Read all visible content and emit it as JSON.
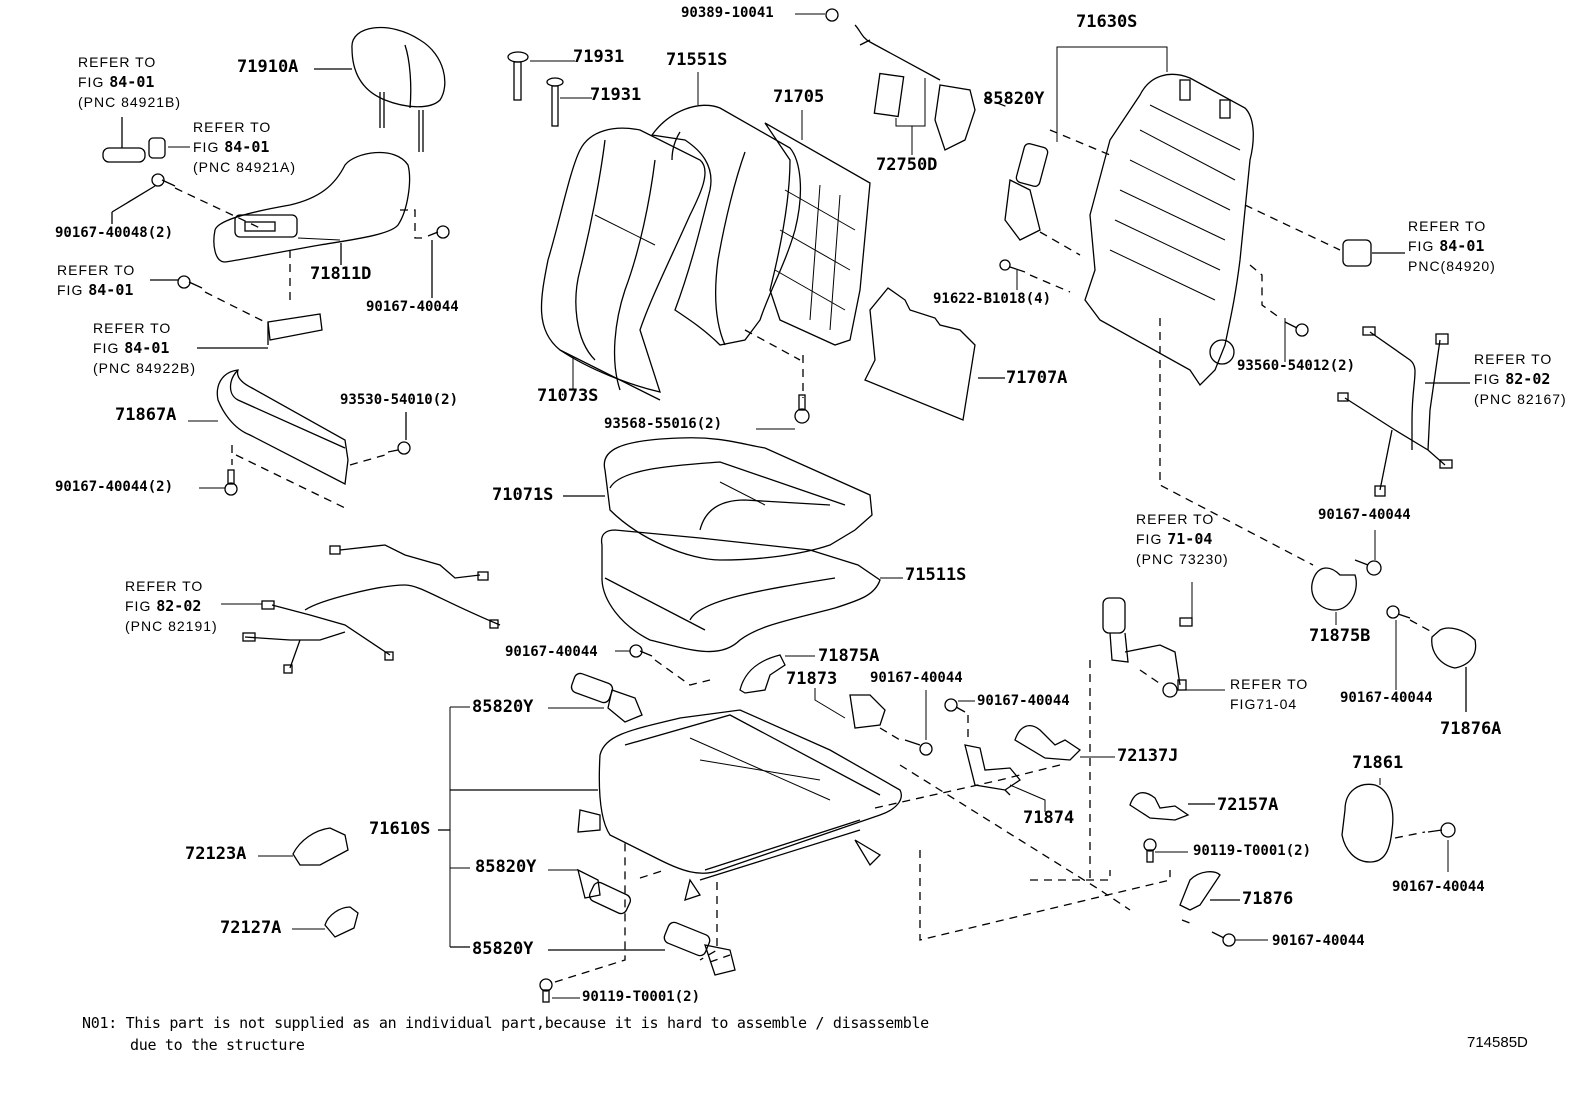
{
  "diagram": {
    "code": "714585D",
    "note": {
      "marker": "N01:",
      "line1": "This part is not supplied as an individual part,because  it is hard to assemble / disassemble",
      "line2": "due to the structure"
    },
    "parts": {
      "p71910A": "71910A",
      "p71931_a": "71931",
      "p71931_b": "71931",
      "p71551S": "71551S",
      "p71705": "71705",
      "p90389_10041": "90389-10041",
      "p72750D": "72750D",
      "p71630S": "71630S",
      "p85820Y_top": "85820Y",
      "p91622_B1018": "91622-B1018(4)",
      "p71707A": "71707A",
      "p93560_54012": "93560-54012(2)",
      "p90167_40048": "90167-40048(2)",
      "p71811D": "71811D",
      "p90167_40044_a": "90167-40044",
      "p71073S": "71073S",
      "p93568_55016": "93568-55016(2)",
      "p71867A": "71867A",
      "p93530_54010": "93530-54010(2)",
      "p90167_40044_2": "90167-40044(2)",
      "p71071S": "71071S",
      "p71511S": "71511S",
      "p90167_40044_b": "90167-40044",
      "p71875A": "71875A",
      "p71873": "71873",
      "p90167_40044_c": "90167-40044",
      "p90167_40044_d": "90167-40044",
      "p85820Y_1": "85820Y",
      "p71610S": "71610S",
      "p85820Y_2": "85820Y",
      "p85820Y_3": "85820Y",
      "p72123A": "72123A",
      "p72127A": "72127A",
      "p90119_T0001_a": "90119-T0001(2)",
      "p72137J": "72137J",
      "p71874": "71874",
      "p72157A": "72157A",
      "p90119_T0001_b": "90119-T0001(2)",
      "p71876": "71876",
      "p90167_40044_e": "90167-40044",
      "p90167_40044_f": "90167-40044",
      "p71875B": "71875B",
      "p90167_40044_g": "90167-40044",
      "p71876A": "71876A",
      "p71861": "71861",
      "p90167_40044_h": "90167-40044"
    },
    "refs": [
      {
        "line1": "REFER TO",
        "fig_prefix": "FIG ",
        "fig": "84-01",
        "line3": "(PNC 84921B)"
      },
      {
        "line1": "REFER TO",
        "fig_prefix": "FIG ",
        "fig": "84-01",
        "line3": "(PNC 84921A)"
      },
      {
        "line1": "REFER TO",
        "fig_prefix": "FIG ",
        "fig": "84-01",
        "line3": ""
      },
      {
        "line1": "REFER TO",
        "fig_prefix": "FIG  ",
        "fig": "84-01",
        "line3": "(PNC 84922B)"
      },
      {
        "line1": "REFER TO",
        "fig_prefix": "FIG ",
        "fig": "82-02",
        "line3": "(PNC 82191)"
      },
      {
        "line1": "REFER TO",
        "fig_prefix": "FIG ",
        "fig": "84-01",
        "line3": "PNC(84920)"
      },
      {
        "line1": "REFER TO",
        "fig_prefix": "FIG ",
        "fig": "82-02",
        "line3": "(PNC 82167)"
      },
      {
        "line1": "REFER TO",
        "fig_prefix": "FIG ",
        "fig": "71-04",
        "line3": "(PNC 73230)"
      },
      {
        "line1": "REFER TO",
        "fig_prefix": "FIG",
        "fig": "71-04",
        "line3": ""
      }
    ]
  }
}
